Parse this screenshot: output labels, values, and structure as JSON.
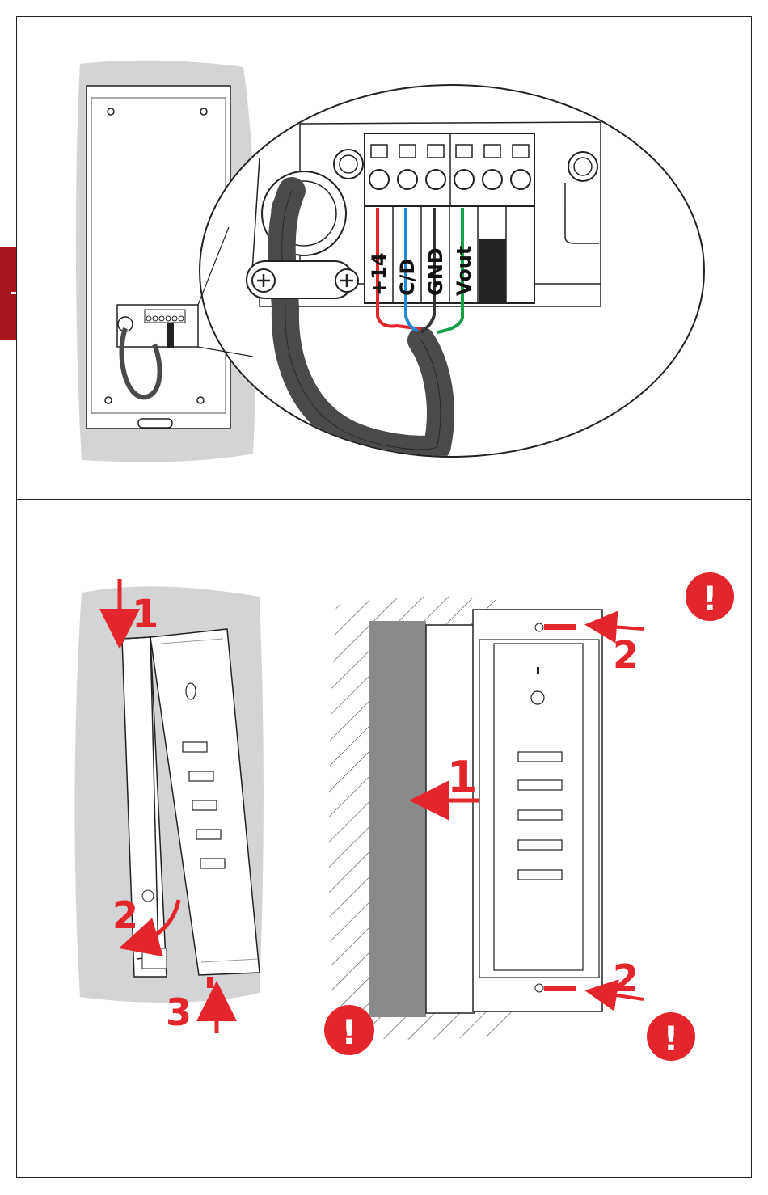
{
  "colors": {
    "accent": "#e3262b",
    "side_tab": "#a8161e",
    "wall": "#d3d4d6",
    "wire_red": "#e3262b",
    "wire_blue": "#1e8ad2",
    "wire_black": "#333333",
    "wire_green": "#16a04a",
    "cable": "#4a4a4a"
  },
  "terminals": {
    "labels": [
      "+14",
      "C/D",
      "GND",
      "Vout"
    ]
  },
  "step_left": {
    "one": "1",
    "two": "2",
    "three": "3"
  },
  "step_right": {
    "one": "1",
    "two_top": "2",
    "two_bottom": "2"
  },
  "warning_symbol": "!"
}
